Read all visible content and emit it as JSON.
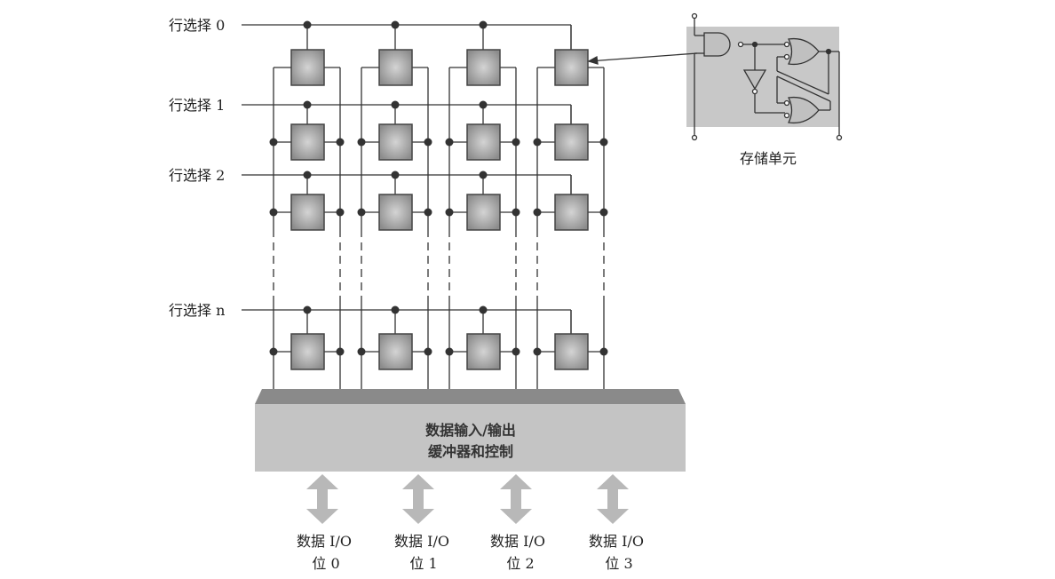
{
  "row_selects": [
    {
      "label": "行选择 0"
    },
    {
      "label": "行选择 1"
    },
    {
      "label": "行选择 2"
    },
    {
      "label": "行选择 n"
    }
  ],
  "columns": 4,
  "memory_cell": {
    "caption": "存储单元"
  },
  "buffer": {
    "line1": "数据输入/输出",
    "line2": "缓冲器和控制"
  },
  "io_bits": [
    {
      "line1": "数据 I/O",
      "line2": "位 0"
    },
    {
      "line1": "数据 I/O",
      "line2": "位 1"
    },
    {
      "line1": "数据 I/O",
      "line2": "位 2"
    },
    {
      "line1": "数据 I/O",
      "line2": "位 3"
    }
  ],
  "colors": {
    "line": "#333333",
    "cell": "#a8a8a8",
    "buffer": "#c4c4c4",
    "buffer_top": "#8a8a8a",
    "arrow": "#b8b8b8",
    "inset": "#c8c8c8"
  }
}
